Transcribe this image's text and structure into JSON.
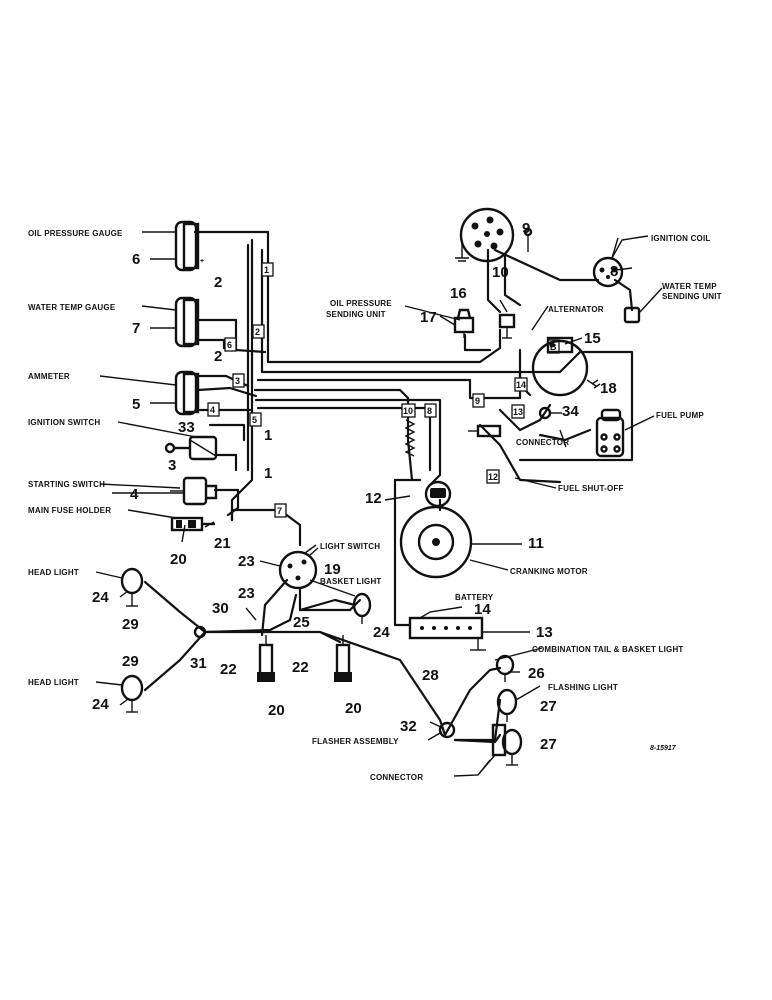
{
  "labels": {
    "oil_pressure_gauge": "OIL PRESSURE GAUGE",
    "water_temp_gauge": "WATER TEMP GAUGE",
    "ammeter": "AMMETER",
    "ignition_switch": "IGNITION SWITCH",
    "starting_switch": "STARTING SWITCH",
    "main_fuse_holder": "MAIN FUSE HOLDER",
    "head_light_top": "HEAD LIGHT",
    "head_light_bottom": "HEAD LIGHT",
    "ignition_coil": "IGNITION COIL",
    "water_temp_sending_1": "WATER TEMP",
    "water_temp_sending_2": "SENDING UNIT",
    "oil_pressure_sending_1": "OIL PRESSURE",
    "oil_pressure_sending_2": "SENDING UNIT",
    "alternator": "ALTERNATOR",
    "fuel_pump": "FUEL PUMP",
    "connector_mid": "CONNECTOR",
    "fuel_shutoff": "FUEL SHUT-OFF",
    "cranking_motor": "CRANKING MOTOR",
    "light_switch": "LIGHT SWITCH",
    "basket_light": "BASKET LIGHT",
    "battery": "BATTERY",
    "combination_light": "COMBINATION TAIL & BASKET LIGHT",
    "flashing_light": "FLASHING LIGHT",
    "flasher_assembly": "FLASHER ASSEMBLY",
    "connector_bottom": "CONNECTOR",
    "drawing_code": "8-15917"
  },
  "callouts": {
    "n1a": "1",
    "n1b": "1",
    "n2a": "2",
    "n2b": "2",
    "n3": "3",
    "n4": "4",
    "n5": "5",
    "n6": "6",
    "n7": "7",
    "n8": "8",
    "n9": "9",
    "n10": "10",
    "n11": "11",
    "n12": "12",
    "n13": "13",
    "n14": "14",
    "n15": "15",
    "n16": "16",
    "n17": "17",
    "n18": "18",
    "n19": "19",
    "n20a": "20",
    "n20b": "20",
    "n20c": "20",
    "n21": "21",
    "n22a": "22",
    "n22b": "22",
    "n23a": "23",
    "n23b": "23",
    "n24a": "24",
    "n24b": "24",
    "n24c": "24",
    "n25": "25",
    "n26": "26",
    "n27a": "27",
    "n27b": "27",
    "n28": "28",
    "n29a": "29",
    "n29b": "29",
    "n30": "30",
    "n31": "31",
    "n32": "32",
    "n33": "33",
    "n34": "34"
  },
  "wire_tags": {
    "t1": "1",
    "t2": "2",
    "t3": "3",
    "t4": "4",
    "t5": "5",
    "t6": "6",
    "t7": "7",
    "t9": "9",
    "t10": "10",
    "t8": "8",
    "t11": "13",
    "t12": "14",
    "t13": "12",
    "t14": "B"
  }
}
